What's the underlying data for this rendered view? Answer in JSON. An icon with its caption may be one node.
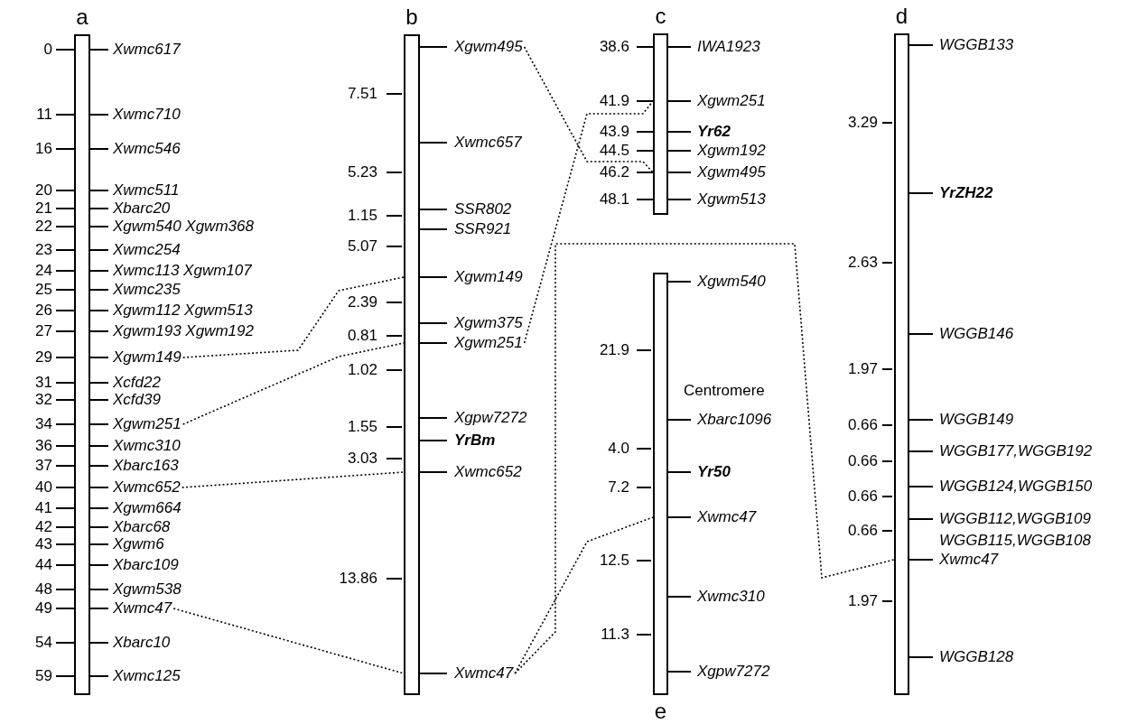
{
  "diagram": {
    "nodes": [
      {
        "text": [
          "a"
        ]
      },
      {
        "text": [
          "Xwmc617"
        ],
        "beside": [
          "0"
        ]
      },
      {
        "text": [
          "Xwmc710"
        ],
        "beside": [
          "11"
        ]
      },
      {
        "text": [
          "Xwmc546"
        ],
        "beside": [
          "16"
        ]
      },
      {
        "text": [
          "Xwmc511"
        ],
        "beside": [
          "20"
        ]
      },
      {
        "text": [
          "Xbarc20"
        ],
        "beside": [
          "21"
        ]
      },
      {
        "text": [
          "Xgwm540 Xgwm368"
        ],
        "beside": [
          "22"
        ]
      },
      {
        "text": [
          "Xwmc254"
        ],
        "beside": [
          "23"
        ]
      },
      {
        "text": [
          "Xwmc113 Xgwm107"
        ],
        "beside": [
          "24"
        ]
      },
      {
        "text": [
          "Xwmc235"
        ],
        "beside": [
          "25"
        ]
      },
      {
        "text": [
          "Xgwm112 Xgwm513"
        ],
        "beside": [
          "26"
        ]
      },
      {
        "text": [
          "Xgwm193 Xgwm192"
        ],
        "beside": [
          "27"
        ]
      },
      {
        "text": [
          "Xgwm149"
        ],
        "beside": [
          "29"
        ]
      },
      {
        "text": [
          "Xcfd22"
        ],
        "beside": [
          "31"
        ]
      },
      {
        "text": [
          "Xcfd39"
        ],
        "beside": [
          "32"
        ]
      },
      {
        "text": [
          "Xgwm251"
        ],
        "beside": [
          "34"
        ]
      },
      {
        "text": [
          "Xwmc310"
        ],
        "beside": [
          "36"
        ]
      },
      {
        "text": [
          "Xbarc163"
        ],
        "beside": [
          "37"
        ]
      },
      {
        "text": [
          "Xwmc652"
        ],
        "beside": [
          "40"
        ]
      },
      {
        "text": [
          "Xgwm664"
        ],
        "beside": [
          "41"
        ]
      },
      {
        "text": [
          "Xbarc68"
        ],
        "beside": [
          "42"
        ]
      },
      {
        "text": [
          "Xgwm6"
        ],
        "beside": [
          "43"
        ]
      },
      {
        "text": [
          "Xbarc109"
        ],
        "beside": [
          "44"
        ]
      },
      {
        "text": [
          "Xgwm538"
        ],
        "beside": [
          "48"
        ]
      },
      {
        "text": [
          "Xwmc47"
        ],
        "beside": [
          "49"
        ]
      },
      {
        "text": [
          "Xbarc10"
        ],
        "beside": [
          "54"
        ]
      },
      {
        "text": [
          "Xwmc125"
        ],
        "beside": [
          "59"
        ]
      },
      {
        "text": [
          "b"
        ],
        "beside": [
          "7.51",
          "5.23",
          "1.15",
          "5.07",
          "2.39",
          "0.81",
          "1.02",
          "1.55",
          "3.03",
          "13.86"
        ]
      },
      {
        "text": [
          "Xgwm495"
        ]
      },
      {
        "text": [
          "Xwmc657"
        ]
      },
      {
        "text": [
          "SSR802"
        ]
      },
      {
        "text": [
          "SSR921"
        ]
      },
      {
        "text": [
          "Xgwm149"
        ]
      },
      {
        "text": [
          "Xgwm375"
        ]
      },
      {
        "text": [
          "Xgwm251"
        ]
      },
      {
        "text": [
          "Xgpw7272"
        ]
      },
      {
        "text": [
          "YrBm"
        ]
      },
      {
        "text": [
          "Xwmc652"
        ]
      },
      {
        "text": [
          "Xwmc47"
        ]
      },
      {
        "text": [
          "c"
        ]
      },
      {
        "text": [
          "IWA1923"
        ],
        "beside": [
          "38.6"
        ]
      },
      {
        "text": [
          "Xgwm251"
        ],
        "beside": [
          "41.9"
        ]
      },
      {
        "text": [
          "Yr62"
        ],
        "beside": [
          "43.9"
        ]
      },
      {
        "text": [
          "Xgwm192"
        ],
        "beside": [
          "44.5"
        ]
      },
      {
        "text": [
          "Xgwm495"
        ],
        "beside": [
          "46.2"
        ]
      },
      {
        "text": [
          "Xgwm513"
        ],
        "beside": [
          "48.1"
        ]
      },
      {
        "text": [
          "d"
        ],
        "beside": [
          "3.29",
          "2.63",
          "1.97",
          "0.66",
          "0.66",
          "0.66",
          "0.66",
          "1.97"
        ]
      },
      {
        "text": [
          "WGGB133"
        ]
      },
      {
        "text": [
          "YrZH22"
        ]
      },
      {
        "text": [
          "WGGB146"
        ]
      },
      {
        "text": [
          "WGGB149"
        ]
      },
      {
        "text": [
          "WGGB177,WGGB192"
        ]
      },
      {
        "text": [
          "WGGB124,WGGB150"
        ]
      },
      {
        "text": [
          "WGGB112,WGGB109 WGGB115,WGGB108"
        ]
      },
      {
        "text": [
          "Xwmc47"
        ]
      },
      {
        "text": [
          "WGGB128"
        ]
      },
      {
        "text": [
          "e"
        ],
        "beside": [
          "21.9",
          "Centromere",
          "4.0",
          "7.2",
          "12.5",
          "11.3"
        ]
      },
      {
        "text": [
          "Xgwm540"
        ]
      },
      {
        "text": [
          "Xbarc1096"
        ]
      },
      {
        "text": [
          "Yr50"
        ]
      },
      {
        "text": [
          "Xwmc47"
        ]
      },
      {
        "text": [
          "Xwmc310"
        ]
      },
      {
        "text": [
          "Xgpw7272"
        ]
      }
    ],
    "edges": [
      {
        "from": 28,
        "to": 44,
        "arrow": "none",
        "style": "dashed"
      },
      {
        "from": 34,
        "to": 41,
        "arrow": "none",
        "style": "dashed"
      },
      {
        "from": 12,
        "to": 32,
        "arrow": "none",
        "style": "dashed"
      },
      {
        "from": 15,
        "to": 34,
        "arrow": "none",
        "style": "dashed"
      },
      {
        "from": 18,
        "to": 37,
        "arrow": "none",
        "style": "dashed"
      },
      {
        "from": 24,
        "to": 38,
        "arrow": "none",
        "style": "dashed"
      },
      {
        "from": 38,
        "to": 60,
        "arrow": "none",
        "style": "dashed"
      },
      {
        "from": 38,
        "to": 54,
        "arrow": "none",
        "style": "dashed"
      }
    ]
  }
}
